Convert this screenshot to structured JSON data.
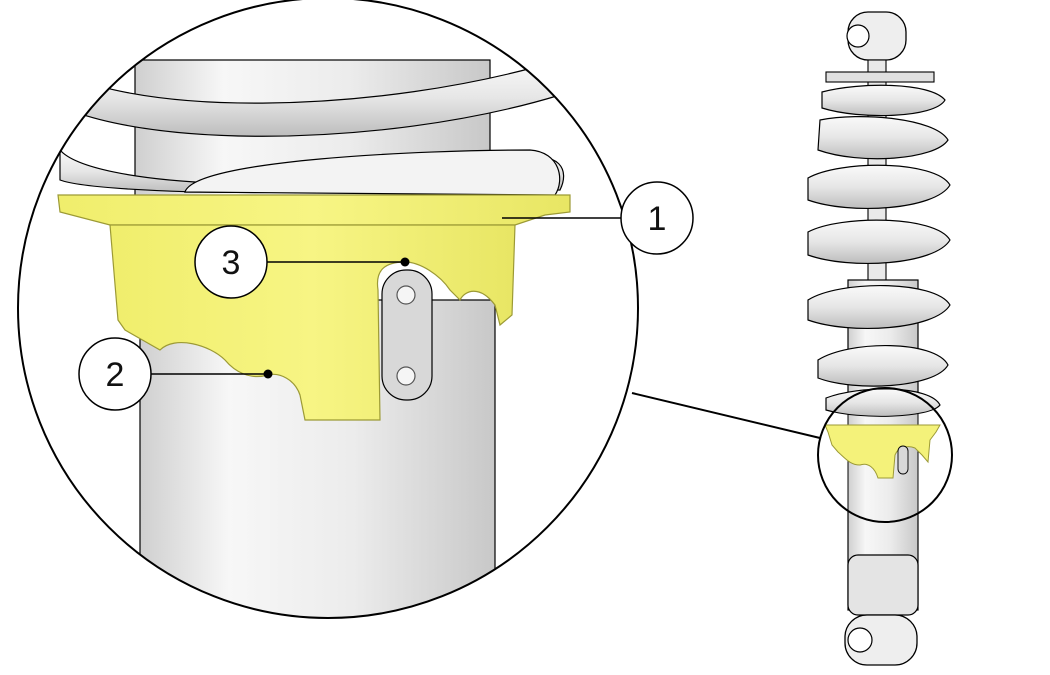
{
  "colors": {
    "background": "#ffffff",
    "highlight_part": "#f4f27a",
    "highlight_edge": "#cfcf55",
    "metal_light": "#f2f2f2",
    "metal_mid": "#d9d9d9",
    "outline": "#000000"
  },
  "callouts": [
    {
      "id": "1",
      "label": "1"
    },
    {
      "id": "2",
      "label": "2"
    },
    {
      "id": "3",
      "label": "3"
    }
  ],
  "figures": {
    "detail_view": "zoomed-detail",
    "overview": "shock-absorber-assembly"
  }
}
